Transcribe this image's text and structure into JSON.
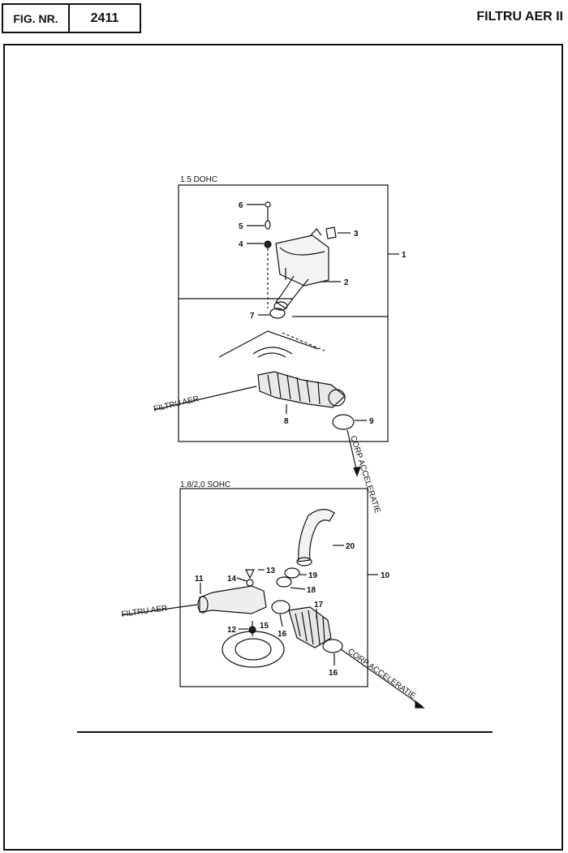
{
  "header": {
    "fig_label": "FIG. NR.",
    "fig_number": "2411",
    "title": "FILTRU AER II"
  },
  "panel_top": {
    "title": "1.5 DOHC",
    "filter_label": "FILTRU AER",
    "throttle_label": "CORP ACCELERATIE",
    "callouts": [
      "6",
      "5",
      "4",
      "3",
      "2",
      "1",
      "7",
      "8",
      "9"
    ]
  },
  "panel_bottom": {
    "title": "1,8/2,0 SOHC",
    "filter_label": "FILTRU AER",
    "throttle_label": "CORP ACCELERATIE",
    "callouts": [
      "20",
      "13",
      "14",
      "11",
      "19",
      "18",
      "10",
      "17",
      "12",
      "15",
      "16",
      "16"
    ]
  }
}
